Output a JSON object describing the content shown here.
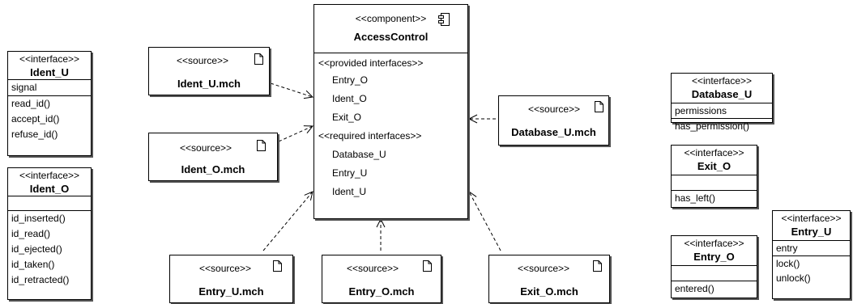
{
  "component": {
    "stereotype": "<<component>>",
    "name": "AccessControl",
    "provided_header": "<<provided interfaces>>",
    "provided": [
      "Entry_O",
      "Ident_O",
      "Exit_O"
    ],
    "required_header": "<<required interfaces>>",
    "required": [
      "Database_U",
      "Entry_U",
      "Ident_U"
    ]
  },
  "sources": {
    "ident_u": {
      "stereotype": "<<source>>",
      "name": "Ident_U.mch"
    },
    "ident_o": {
      "stereotype": "<<source>>",
      "name": "Ident_O.mch"
    },
    "database_u": {
      "stereotype": "<<source>>",
      "name": "Database_U.mch"
    },
    "entry_u": {
      "stereotype": "<<source>>",
      "name": "Entry_U.mch"
    },
    "entry_o": {
      "stereotype": "<<source>>",
      "name": "Entry_O.mch"
    },
    "exit_o": {
      "stereotype": "<<source>>",
      "name": "Exit_O.mch"
    }
  },
  "interfaces": {
    "ident_u": {
      "stereotype": "<<interface>>",
      "name": "Ident_U",
      "attributes": [
        "signal"
      ],
      "operations": [
        "read_id()",
        "accept_id()",
        "refuse_id()"
      ]
    },
    "ident_o": {
      "stereotype": "<<interface>>",
      "name": "Ident_O",
      "operations": [
        "id_inserted()",
        "id_read()",
        "id_ejected()",
        "id_taken()",
        "id_retracted()"
      ]
    },
    "database_u": {
      "stereotype": "<<interface>>",
      "name": "Database_U",
      "attributes": [
        "permissions"
      ],
      "operations": [
        "has_permission()"
      ]
    },
    "exit_o": {
      "stereotype": "<<interface>>",
      "name": "Exit_O",
      "operations": [
        "has_left()"
      ]
    },
    "entry_o": {
      "stereotype": "<<interface>>",
      "name": "Entry_O",
      "operations": [
        "entered()"
      ]
    },
    "entry_u": {
      "stereotype": "<<interface>>",
      "name": "Entry_U",
      "attributes": [
        "entry"
      ],
      "operations": [
        "lock()",
        "unlock()"
      ]
    }
  }
}
